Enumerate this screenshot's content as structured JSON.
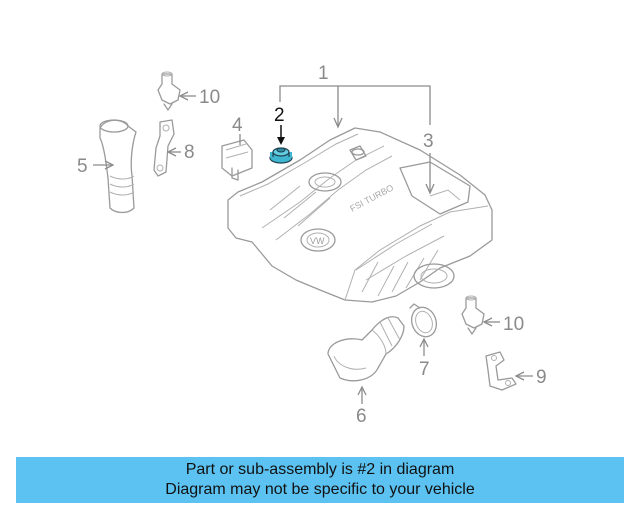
{
  "diagram": {
    "callouts": {
      "c1": "1",
      "c2": "2",
      "c3": "3",
      "c4": "4",
      "c5": "5",
      "c6": "6",
      "c7": "7",
      "c8": "8",
      "c9": "9",
      "c10a": "10",
      "c10b": "10"
    },
    "highlighted_part": "2",
    "highlight_color": "#3fb6cf",
    "engine_cover_text": "FSI TURBO"
  },
  "banner": {
    "line1": "Part or sub-assembly is #2 in diagram",
    "line2": "Diagram may not be specific to your vehicle",
    "background": "#5bc2f2"
  }
}
